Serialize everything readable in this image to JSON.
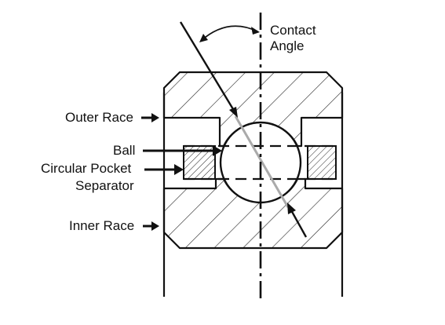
{
  "labels": {
    "contact_angle_line1": "Contact",
    "contact_angle_line2": "Angle",
    "outer_race": "Outer Race",
    "ball": "Ball",
    "separator_line1": "Circular Pocket",
    "separator_line2": "Separator",
    "inner_race": "Inner Race"
  },
  "colors": {
    "stroke": "#111111",
    "hatch": "#222222",
    "contact_line": "#aaaaaa",
    "background": "#ffffff"
  }
}
